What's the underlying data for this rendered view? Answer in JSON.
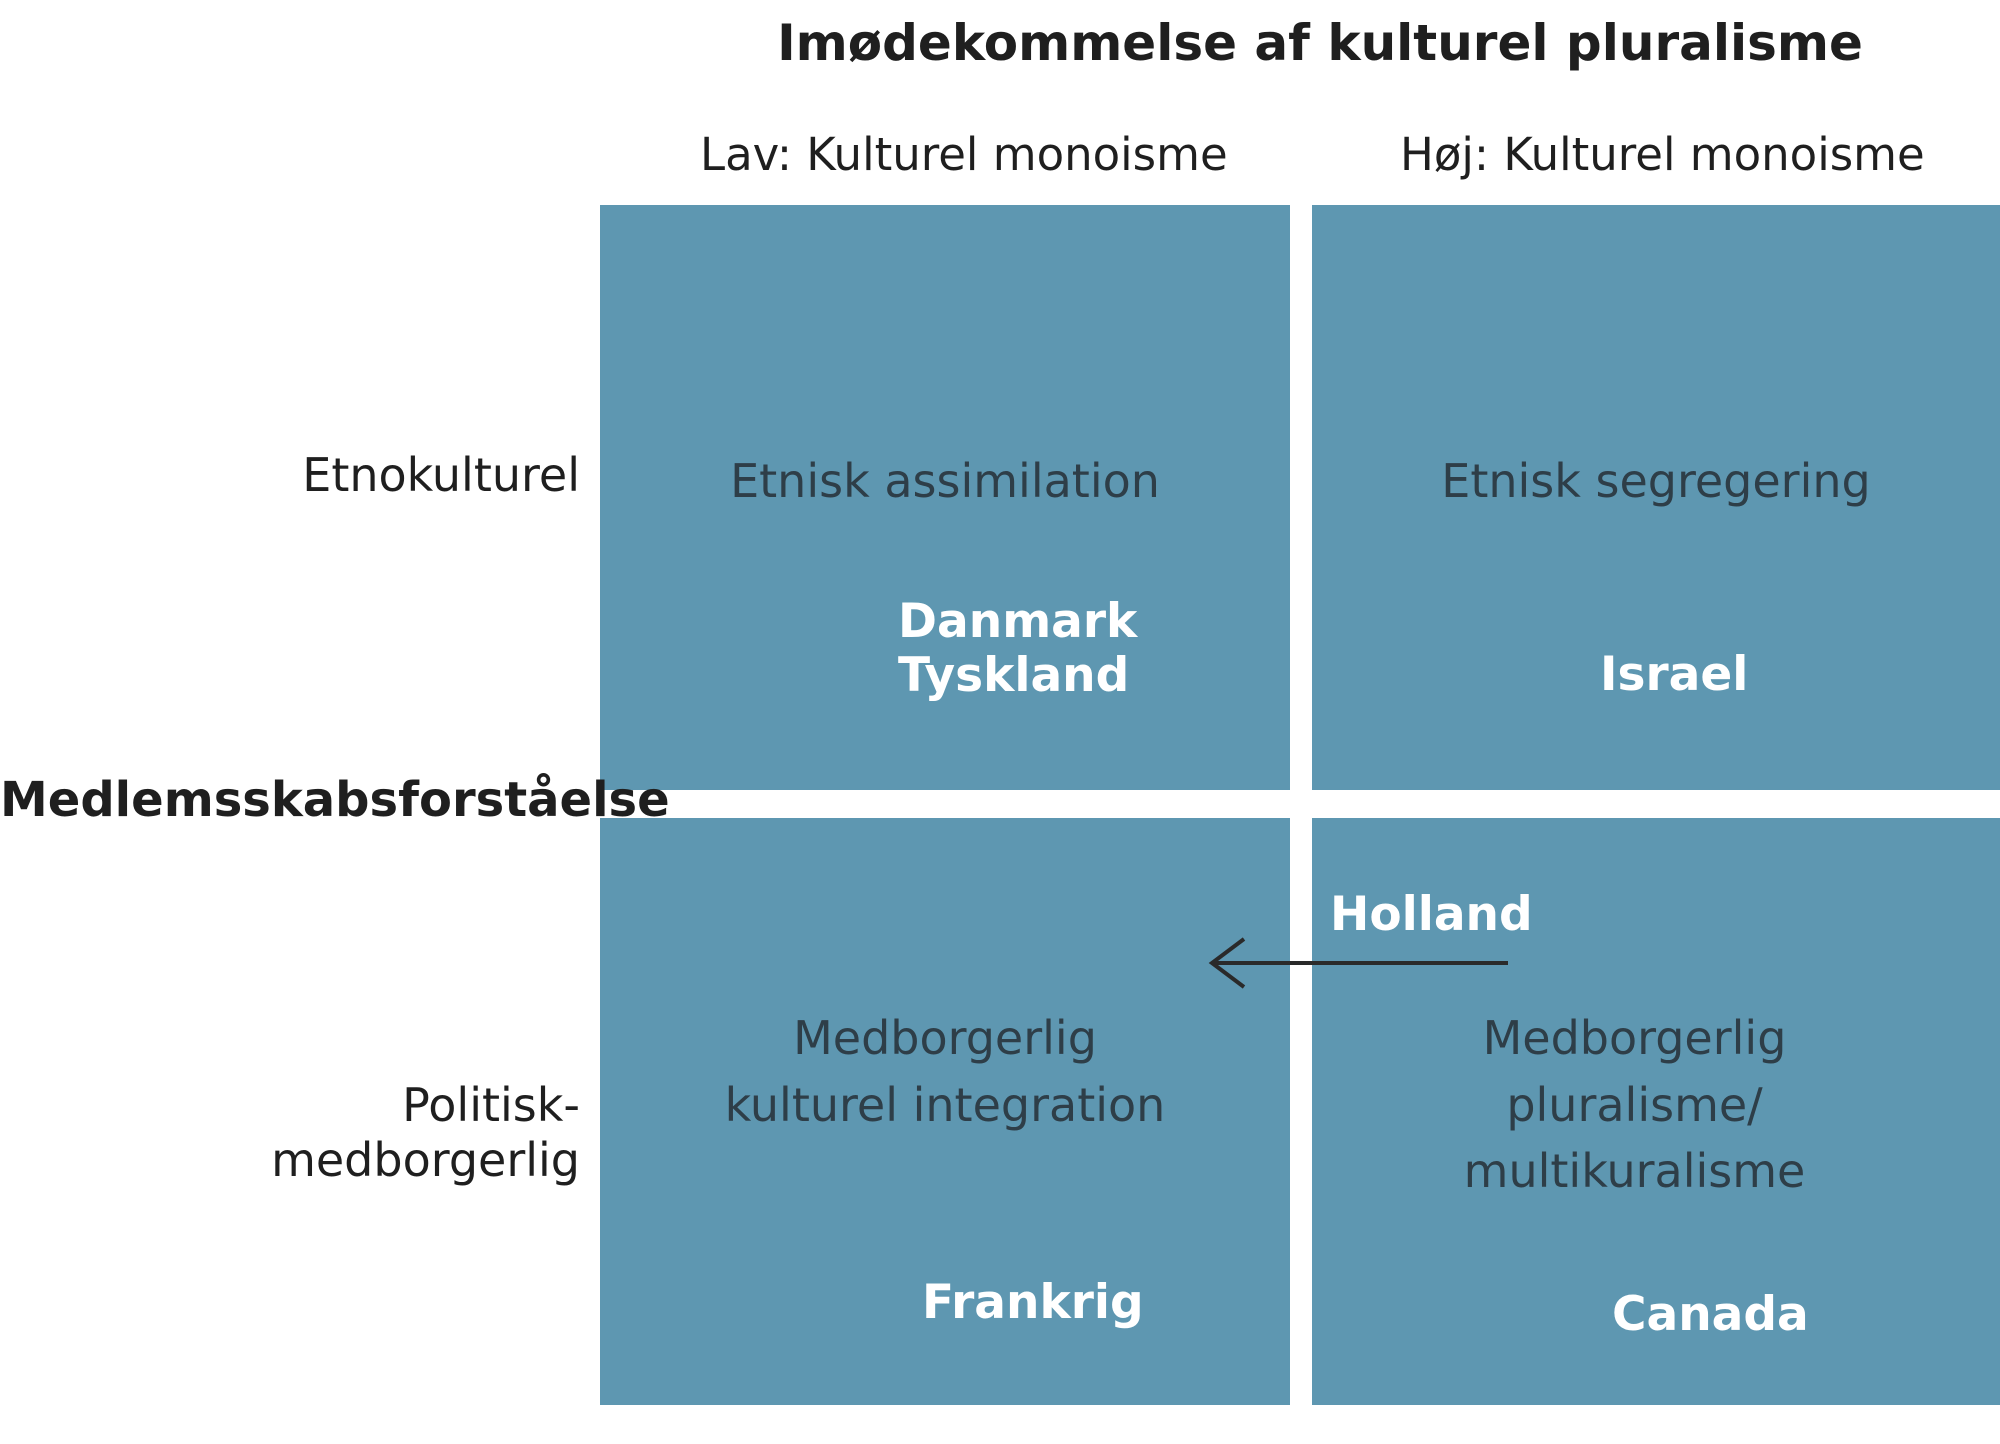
{
  "title": "Imødekommelse af kulturel pluralisme",
  "columns": {
    "low": "Lav: Kulturel monoisme",
    "high": "Høj: Kulturel monoisme"
  },
  "y_axis_title": "Medlemsskabsforståelse",
  "rows": {
    "top": "Etnokulturel",
    "bottom_line1": "Politisk-",
    "bottom_line2": "medborgerlig"
  },
  "cells": {
    "top_left": {
      "label": "Etnisk assimilation",
      "countries": [
        "Danmark",
        "Tyskland"
      ]
    },
    "top_right": {
      "label": "Etnisk segregering",
      "countries": [
        "Israel"
      ]
    },
    "bottom_left": {
      "label_lines": [
        "Medborgerlig",
        "kulturel integration"
      ],
      "countries": [
        "Frankrig"
      ]
    },
    "bottom_right": {
      "label_lines": [
        "Medborgerlig",
        "pluralisme/",
        "multikuralisme"
      ],
      "countries": [
        "Canada"
      ]
    }
  },
  "moving_country": "Holland",
  "colors": {
    "cell_fill": "#5e97b1",
    "cell_label": "#2e3e48",
    "country_text": "#ffffff",
    "arrow": "#2a2a2a"
  }
}
